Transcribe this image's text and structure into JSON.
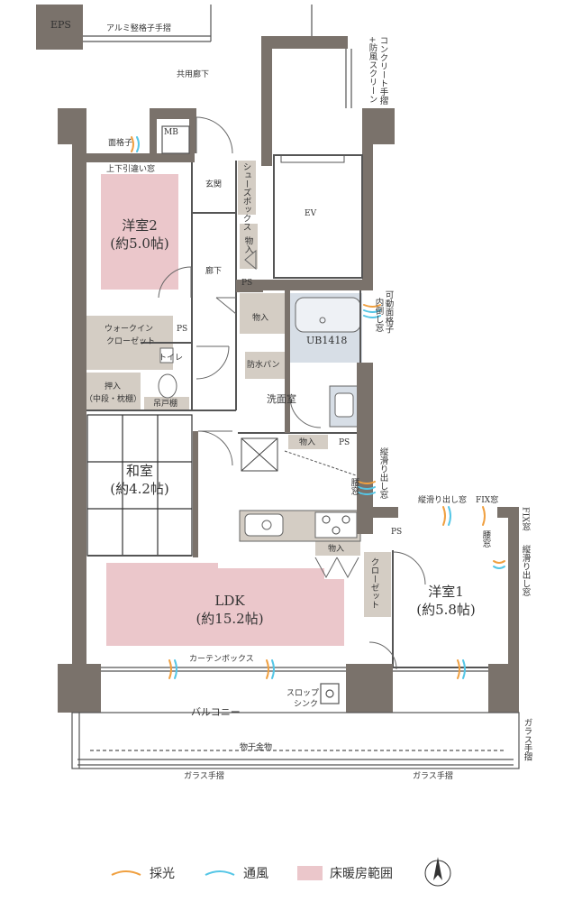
{
  "colors": {
    "wall": "#7a726b",
    "floor_heating": "#ebc7cb",
    "closet": "#d4cdc4",
    "bath": "#d7dee6",
    "light": "#f0a040",
    "wind": "#55c6e6"
  },
  "labels": {
    "eps": "EPS",
    "alumi": "アルミ竪格子手摺",
    "concrete": "コンクリート手摺",
    "windscreen": "+防風スクリーン",
    "corridor_public": "共用廊下",
    "mb": "MB",
    "menkoushi": "面格子",
    "jouge": "上下引違い窓",
    "genkan": "玄関",
    "shoes": "シューズボックス",
    "ev": "EV",
    "monoire": "物入",
    "rouka": "廊下",
    "ps": "PS",
    "kadou_a": "可動面格子",
    "kadou_b": "内倒し窓",
    "ub": "UB1418",
    "walkin_a": "ウォークイン",
    "walkin_b": "クローゼット",
    "toilet": "トイレ",
    "bousui": "防水パン",
    "senmen": "洗面室",
    "oshiire_a": "押入",
    "oshiire_b": "（中段・枕棚）",
    "tsuridana": "吊戸棚",
    "tatesuberi": "縦滑り出し窓",
    "koshi": "腰窓",
    "yokosuberi": "縦滑り出し窓",
    "fix": "FIX窓",
    "closet": "クローゼット",
    "curtain": "カーテンボックス",
    "slop_a": "スロップ",
    "slop_b": "シンク",
    "balcony": "バルコニー",
    "monohoshi": "物干金物",
    "glass": "ガラス手摺"
  },
  "rooms": {
    "yoshitsu2": {
      "name": "洋室2",
      "size": "(約5.0帖)"
    },
    "washitsu": {
      "name": "和室",
      "size": "(約4.2帖)"
    },
    "ldk": {
      "name": "LDK",
      "size": "(約15.2帖)"
    },
    "yoshitsu1": {
      "name": "洋室1",
      "size": "(約5.8帖)"
    }
  },
  "legend": {
    "light": "採光",
    "wind": "通風",
    "heating": "床暖房範囲"
  }
}
